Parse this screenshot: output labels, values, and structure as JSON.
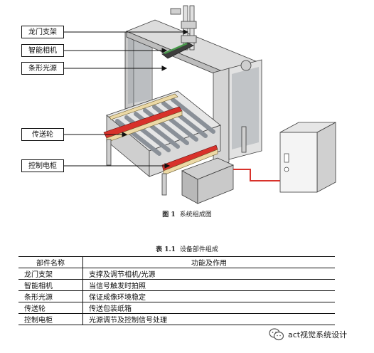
{
  "labels": {
    "gantry": "龙门支架",
    "camera": "智能相机",
    "light": "条形光源",
    "roller": "传送轮",
    "cabinet": "控制电柜"
  },
  "figure_caption": {
    "number": "图 1",
    "text": "系统组成图"
  },
  "table_caption": {
    "number": "表 1.1",
    "text": "设备部件组成"
  },
  "table": {
    "headers": [
      "部件名称",
      "功能及作用"
    ],
    "rows": [
      [
        "龙门支架",
        "支撑及调节相机/光源"
      ],
      [
        "智能相机",
        "当信号触发时拍照"
      ],
      [
        "条形光源",
        "保证成像环境稳定"
      ],
      [
        "传送轮",
        "传送包装纸箱"
      ],
      [
        "控制电柜",
        "光源调节及控制信号处理"
      ]
    ]
  },
  "watermark": {
    "icon": "wechat-icon",
    "text": "act视觉系统设计"
  },
  "colors": {
    "frame": "#dadada",
    "frame_edge": "#3a3a3a",
    "red_rail": "#d8322b",
    "yellow_rail": "#ecd9a6",
    "roller": "#8a9098",
    "cabinet": "#f4f4f4",
    "wire": "#d8322b"
  }
}
